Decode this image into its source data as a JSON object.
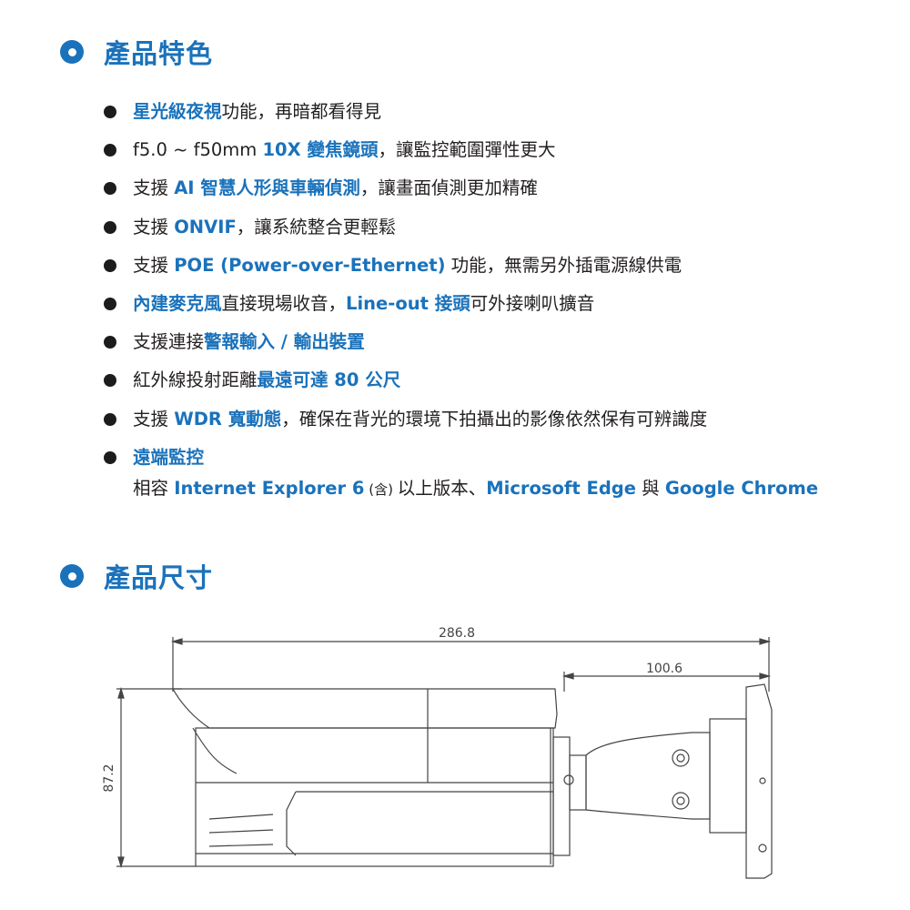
{
  "sections": {
    "features_title": "產品特色",
    "size_title": "產品尺寸"
  },
  "features": [
    {
      "hl": "星光級夜視",
      "text": "功能，再暗都看得見"
    },
    {
      "pre": "f5.0 ~ f50mm ",
      "hl": "10X 變焦鏡頭",
      "text": "，讓監控範圍彈性更大"
    },
    {
      "pre": "支援 ",
      "hl": "AI 智慧人形與車輛偵測",
      "text": "，讓畫面偵測更加精確"
    },
    {
      "pre": "支援 ",
      "hl": "ONVIF",
      "text": "，讓系統整合更輕鬆"
    },
    {
      "pre": "支援 ",
      "hl": "POE (Power-over-Ethernet)",
      "text": " 功能，無需另外插電源線供電"
    },
    {
      "hl": "內建麥克風",
      "text": "直接現場收音，",
      "hl2": "Line-out 接頭",
      "text2": "可外接喇叭擴音"
    },
    {
      "pre": "支援連接",
      "hl": "警報輸入 / 輸出裝置"
    },
    {
      "pre": "紅外線投射距離",
      "hl": "最遠可達 80 公尺"
    },
    {
      "pre": "支援 ",
      "hl": "WDR 寬動態",
      "text": "，確保在背光的環境下拍攝出的影像依然保有可辨識度"
    },
    {
      "hl": "遠端監控",
      "sub": {
        "pre": "相容 ",
        "hl": "Internet Explorer 6",
        "paren": " (含) ",
        "text": "以上版本、",
        "hl2": "Microsoft Edge",
        "text2": " 與 ",
        "hl3": "Google Chrome"
      }
    }
  ],
  "dimensions": {
    "total_length": "286.8",
    "mount_length": "100.6",
    "height": "87.2"
  },
  "colors": {
    "accent": "#1a72bb",
    "text": "#231f20",
    "line": "#444444"
  }
}
